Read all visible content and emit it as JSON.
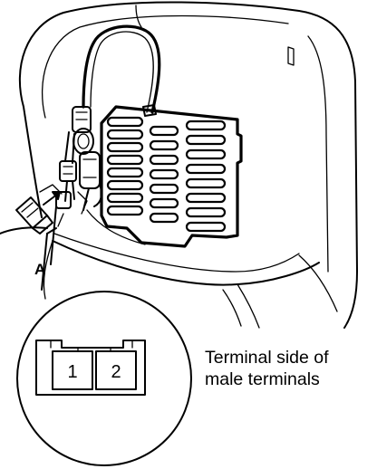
{
  "callout": {
    "letter": "A"
  },
  "connector": {
    "terminals": [
      "1",
      "2"
    ]
  },
  "caption": {
    "line1": "Terminal side of",
    "line2": "male terminals"
  }
}
